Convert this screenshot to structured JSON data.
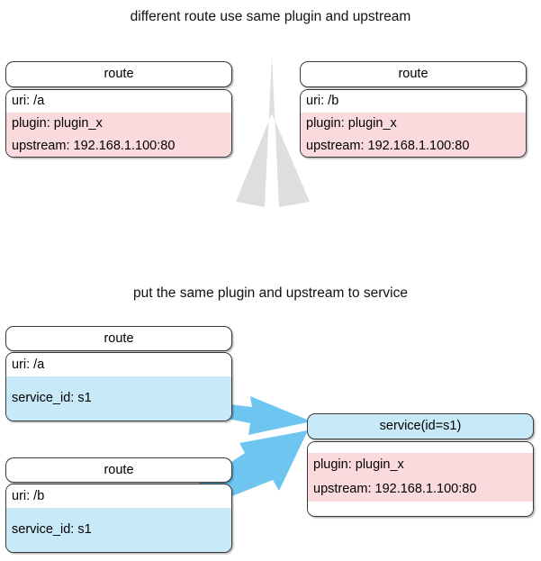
{
  "diagram": {
    "title_top": "different route use same plugin and upstream",
    "title_bottom": "put the same plugin and upstream to service",
    "colors": {
      "pink": "#fadadd",
      "blue": "#c8e9f8",
      "arrow_blue": "#6ec6f0",
      "arrow_gray": "#dedede",
      "border": "#3a3a3a",
      "background": "#ffffff"
    }
  },
  "top_section": {
    "route_a": {
      "header": "route",
      "uri": "uri: /a",
      "plugin": "plugin: plugin_x",
      "upstream": "upstream: 192.168.1.100:80"
    },
    "route_b": {
      "header": "route",
      "uri": "uri: /b",
      "plugin": "plugin: plugin_x",
      "upstream": "upstream: 192.168.1.100:80"
    }
  },
  "transition_arrow": {
    "name": "down-arrow",
    "direction": "down",
    "color": "#dedede"
  },
  "bottom_section": {
    "route_a": {
      "header": "route",
      "uri": "uri: /a",
      "service_id": "service_id: s1"
    },
    "route_b": {
      "header": "route",
      "uri": "uri: /b",
      "service_id": "service_id: s1"
    },
    "service": {
      "header": "service(id=s1)",
      "plugin": "plugin: plugin_x",
      "upstream": "upstream: 192.168.1.100:80"
    },
    "links": [
      {
        "from": "route_a.service_id",
        "to": "service",
        "color": "#6ec6f0"
      },
      {
        "from": "route_b.service_id",
        "to": "service",
        "color": "#6ec6f0"
      }
    ]
  }
}
